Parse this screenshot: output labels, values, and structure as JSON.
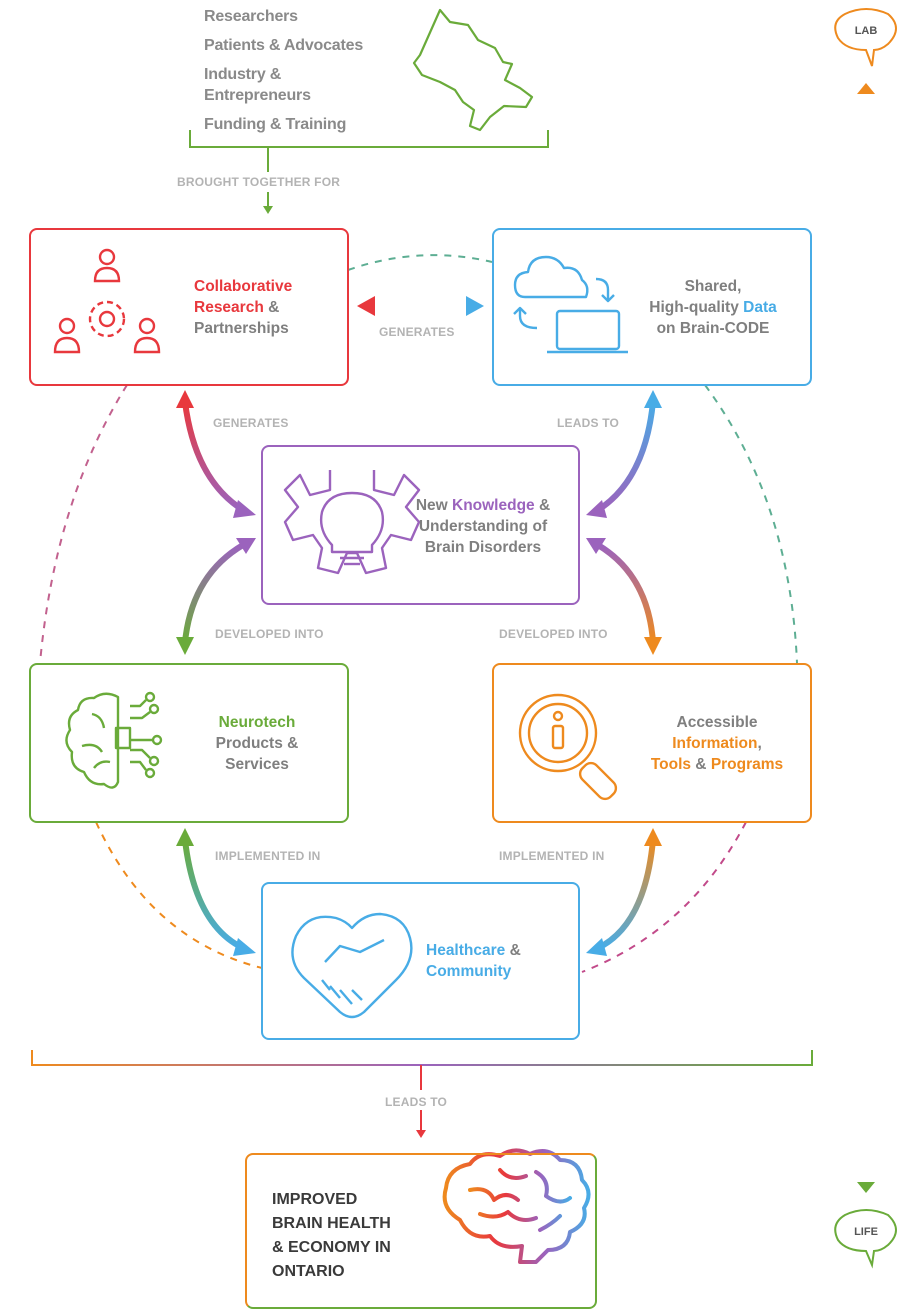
{
  "stakeholders": [
    "Researchers",
    "Patients & Advocates",
    "Industry &",
    "Entrepreneurs",
    "Funding & Training"
  ],
  "connectors": {
    "brought_together": "BROUGHT TOGETHER FOR",
    "generates_mid": "GENERATES",
    "generates_left": "GENERATES",
    "leads_to_right": "LEADS TO",
    "developed_left": "DEVELOPED INTO",
    "developed_right": "DEVELOPED INTO",
    "implemented_left": "IMPLEMENTED IN",
    "implemented_right": "IMPLEMENTED IN",
    "leads_to_bottom": "LEADS TO"
  },
  "nodes": {
    "research": {
      "l1": "Collaborative",
      "l2a": "Research",
      "l2b": " &",
      "l3": "Partnerships"
    },
    "data": {
      "l1": "Shared,",
      "l2a": "High-quality ",
      "l2b": "Data",
      "l3": "on Brain-CODE"
    },
    "knowledge": {
      "l1a": "New ",
      "l1b": "Knowledge",
      "l1c": " &",
      "l2": "Understanding of",
      "l3": "Brain Disorders"
    },
    "neurotech": {
      "l1": "Neurotech",
      "l2": "Products &",
      "l3": "Services"
    },
    "info": {
      "l1": "Accessible",
      "l2a": "Information",
      "l2b": ",",
      "l3a": "Tools",
      "l3b": " & ",
      "l3c": "Programs"
    },
    "health": {
      "l1a": "Healthcare",
      "l1b": " &",
      "l2": "Community"
    },
    "outcome": {
      "l1": "IMPROVED",
      "l2": "BRAIN HEALTH",
      "l3": "& ECONOMY IN",
      "l4": "ONTARIO"
    }
  },
  "timeline": {
    "top": "LAB",
    "bottom": "LIFE"
  },
  "colors": {
    "red": "#e8383d",
    "blue": "#48ace6",
    "purple": "#9b63bd",
    "green": "#6aab3a",
    "orange": "#ee8a1e",
    "gray": "#8a8a8a"
  }
}
